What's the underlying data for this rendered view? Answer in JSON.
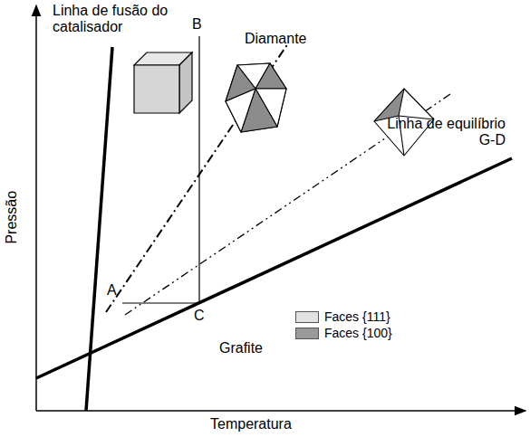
{
  "diagram": {
    "labels": [
      "Linha de fusão do catalisador",
      "B",
      "Diamante",
      "Linha de equilíbrio G-D",
      "Pressão",
      "A",
      "C",
      "Grafite",
      "Temperatura"
    ],
    "legend": [
      {
        "text": "Faces {111}",
        "color": "#e2e2e2"
      },
      {
        "text": "Faces {100}",
        "color": "#9a9a9a"
      }
    ]
  }
}
